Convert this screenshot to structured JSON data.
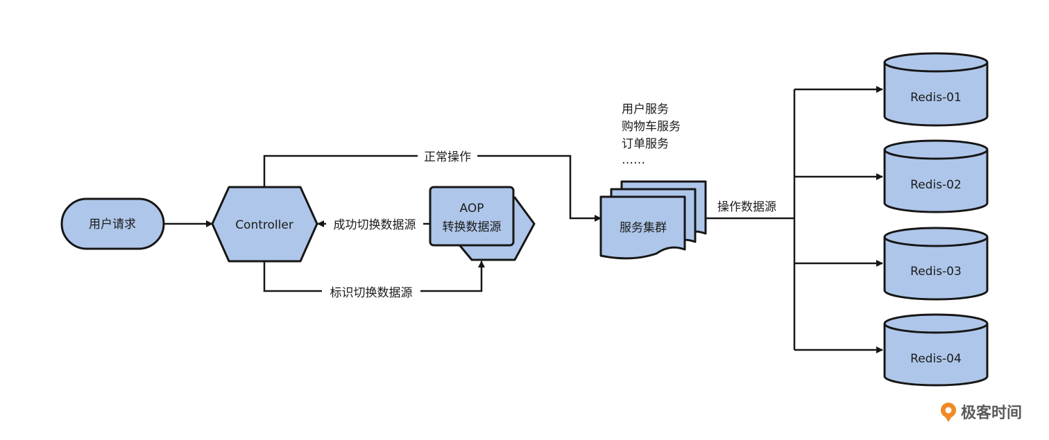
{
  "nodes": {
    "user_request": "用户请求",
    "controller": "Controller",
    "aop_line1": "AOP",
    "aop_line2": "转换数据源",
    "service_cluster": "服务集群",
    "redis_01": "Redis-01",
    "redis_02": "Redis-02",
    "redis_03": "Redis-03",
    "redis_04": "Redis-04"
  },
  "services_list": [
    "用户服务",
    "购物车服务",
    "订单服务",
    "……"
  ],
  "edges": {
    "normal_operation": "正常操作",
    "switch_success": "成功切换数据源",
    "mark_switch": "标识切换数据源",
    "operate_datasource": "操作数据源"
  },
  "brand": {
    "name": "极客时间",
    "icon": "geektime-logo-icon",
    "color": "#f08a24"
  },
  "colors": {
    "node_fill": "#aec6e9",
    "stroke": "#161616"
  }
}
